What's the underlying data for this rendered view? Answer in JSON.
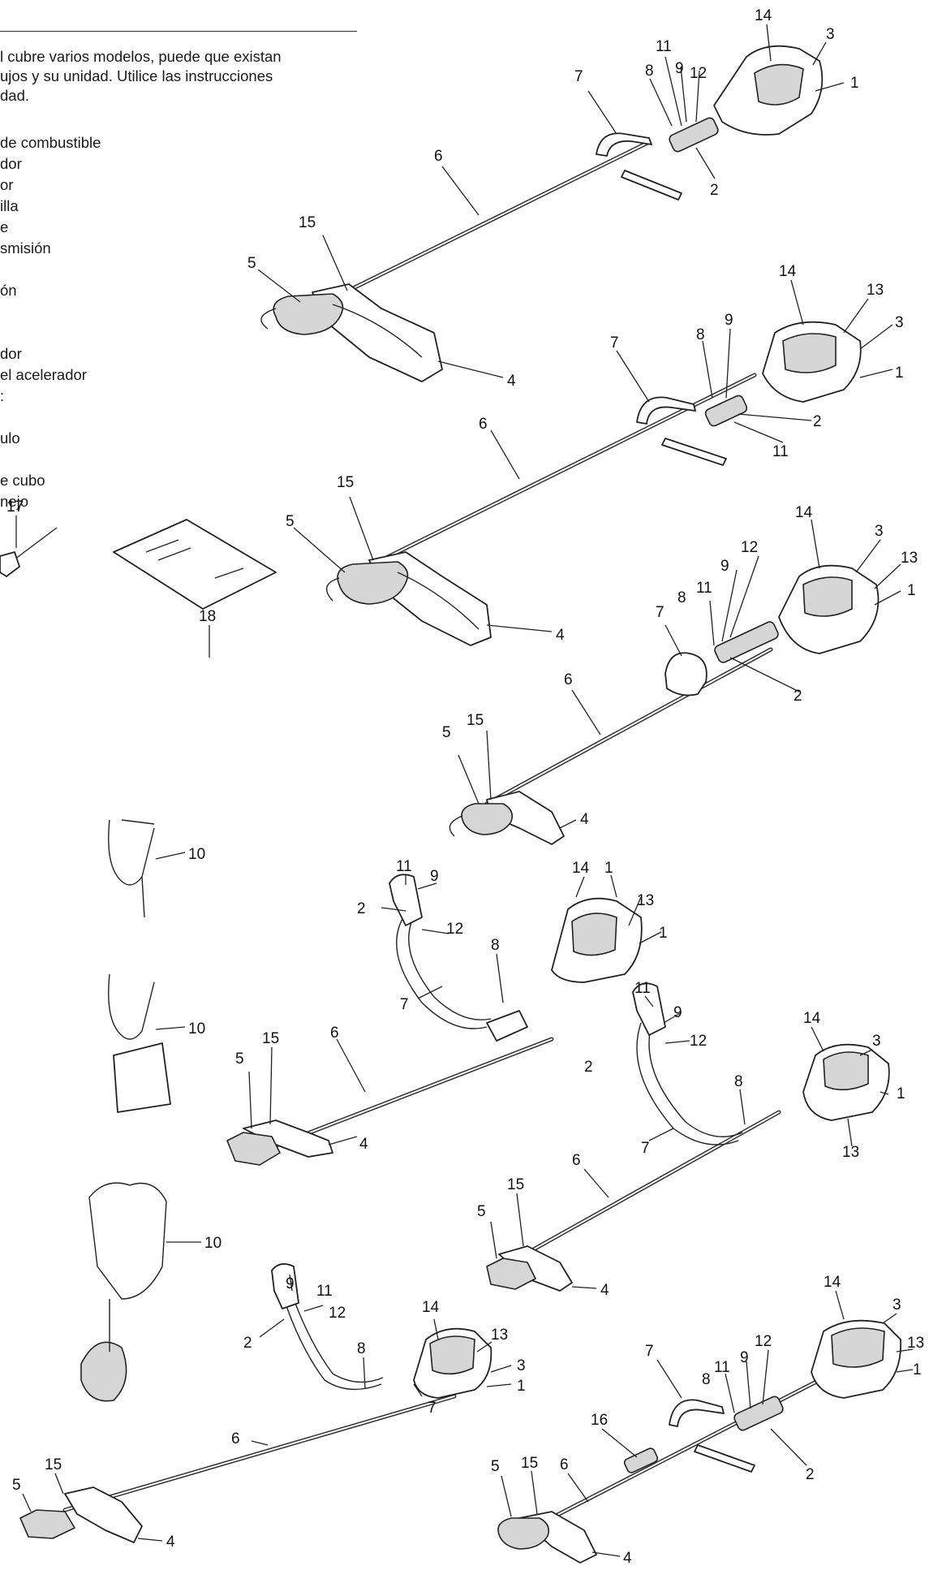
{
  "intro_lines": [
    "l cubre varios modelos, puede que existan",
    "ujos y su unidad. Utilice las instrucciones",
    "dad."
  ],
  "legend_fragments": [
    "de combustible",
    "dor",
    "or",
    "illa",
    "e",
    "smisión",
    "",
    "ón",
    "",
    "",
    "dor",
    "el acelerador",
    ":",
    "",
    "ulo",
    "",
    "e cubo",
    "nejo"
  ],
  "callouts": {
    "n1": "1",
    "n2": "2",
    "n3": "3",
    "n4": "4",
    "n5": "5",
    "n6": "6",
    "n7": "7",
    "n8": "8",
    "n9": "9",
    "n10": "10",
    "n11": "11",
    "n12": "12",
    "n13": "13",
    "n14": "14",
    "n15": "15",
    "n16": "16",
    "n17": "17",
    "n18": "18"
  }
}
